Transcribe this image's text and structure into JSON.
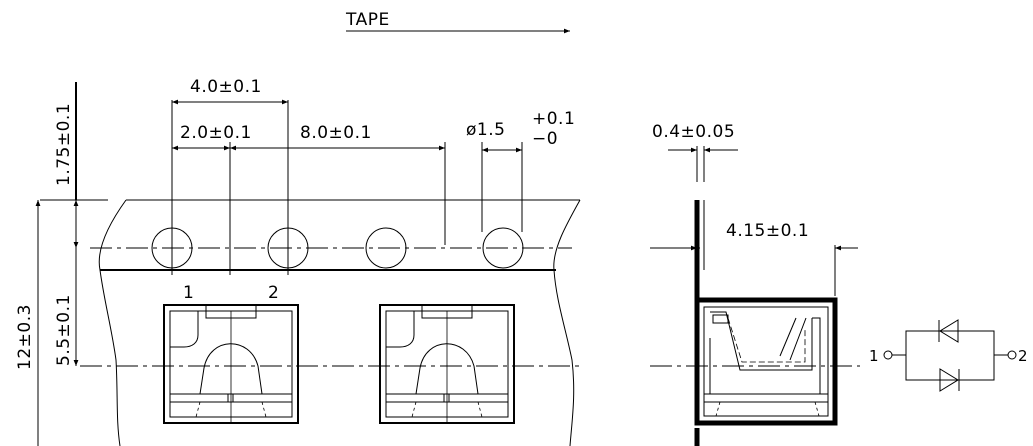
{
  "labels": {
    "tape": "TAPE",
    "pitch_sprocket": "4.0±0.1",
    "offset": "2.0±0.1",
    "pitch_pocket": "8.0±0.1",
    "hole_diameter": "ø1.5",
    "hole_tol_plus": "+0.1",
    "hole_tol_minus": "−0",
    "thickness": "0.4±0.05",
    "pocket_depth": "4.15±0.1",
    "edge_to_hole": "1.75±0.1",
    "hole_to_center": "5.5±0.1",
    "tape_width": "12±0.3",
    "pin1": "1",
    "pin2": "2",
    "schematic_pin1": "1",
    "schematic_pin2": "2"
  }
}
